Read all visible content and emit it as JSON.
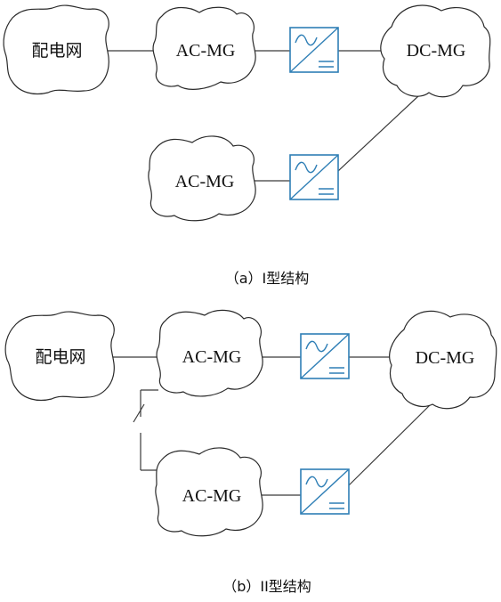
{
  "figure_a": {
    "nodes": {
      "grid": "配电网",
      "ac_mg_1": "AC-MG",
      "ac_mg_2": "AC-MG",
      "dc_mg": "DC-MG"
    },
    "caption": "（a）I型结构"
  },
  "figure_b": {
    "nodes": {
      "grid": "配电网",
      "ac_mg_1": "AC-MG",
      "ac_mg_2": "AC-MG",
      "dc_mg": "DC-MG"
    },
    "caption": "（b）II型结构"
  },
  "colors": {
    "converter": "#2f7fb6",
    "outline": "#2a2a2a"
  },
  "icons": {
    "converter": "ac-dc-converter-icon",
    "switch": "switch-icon"
  }
}
